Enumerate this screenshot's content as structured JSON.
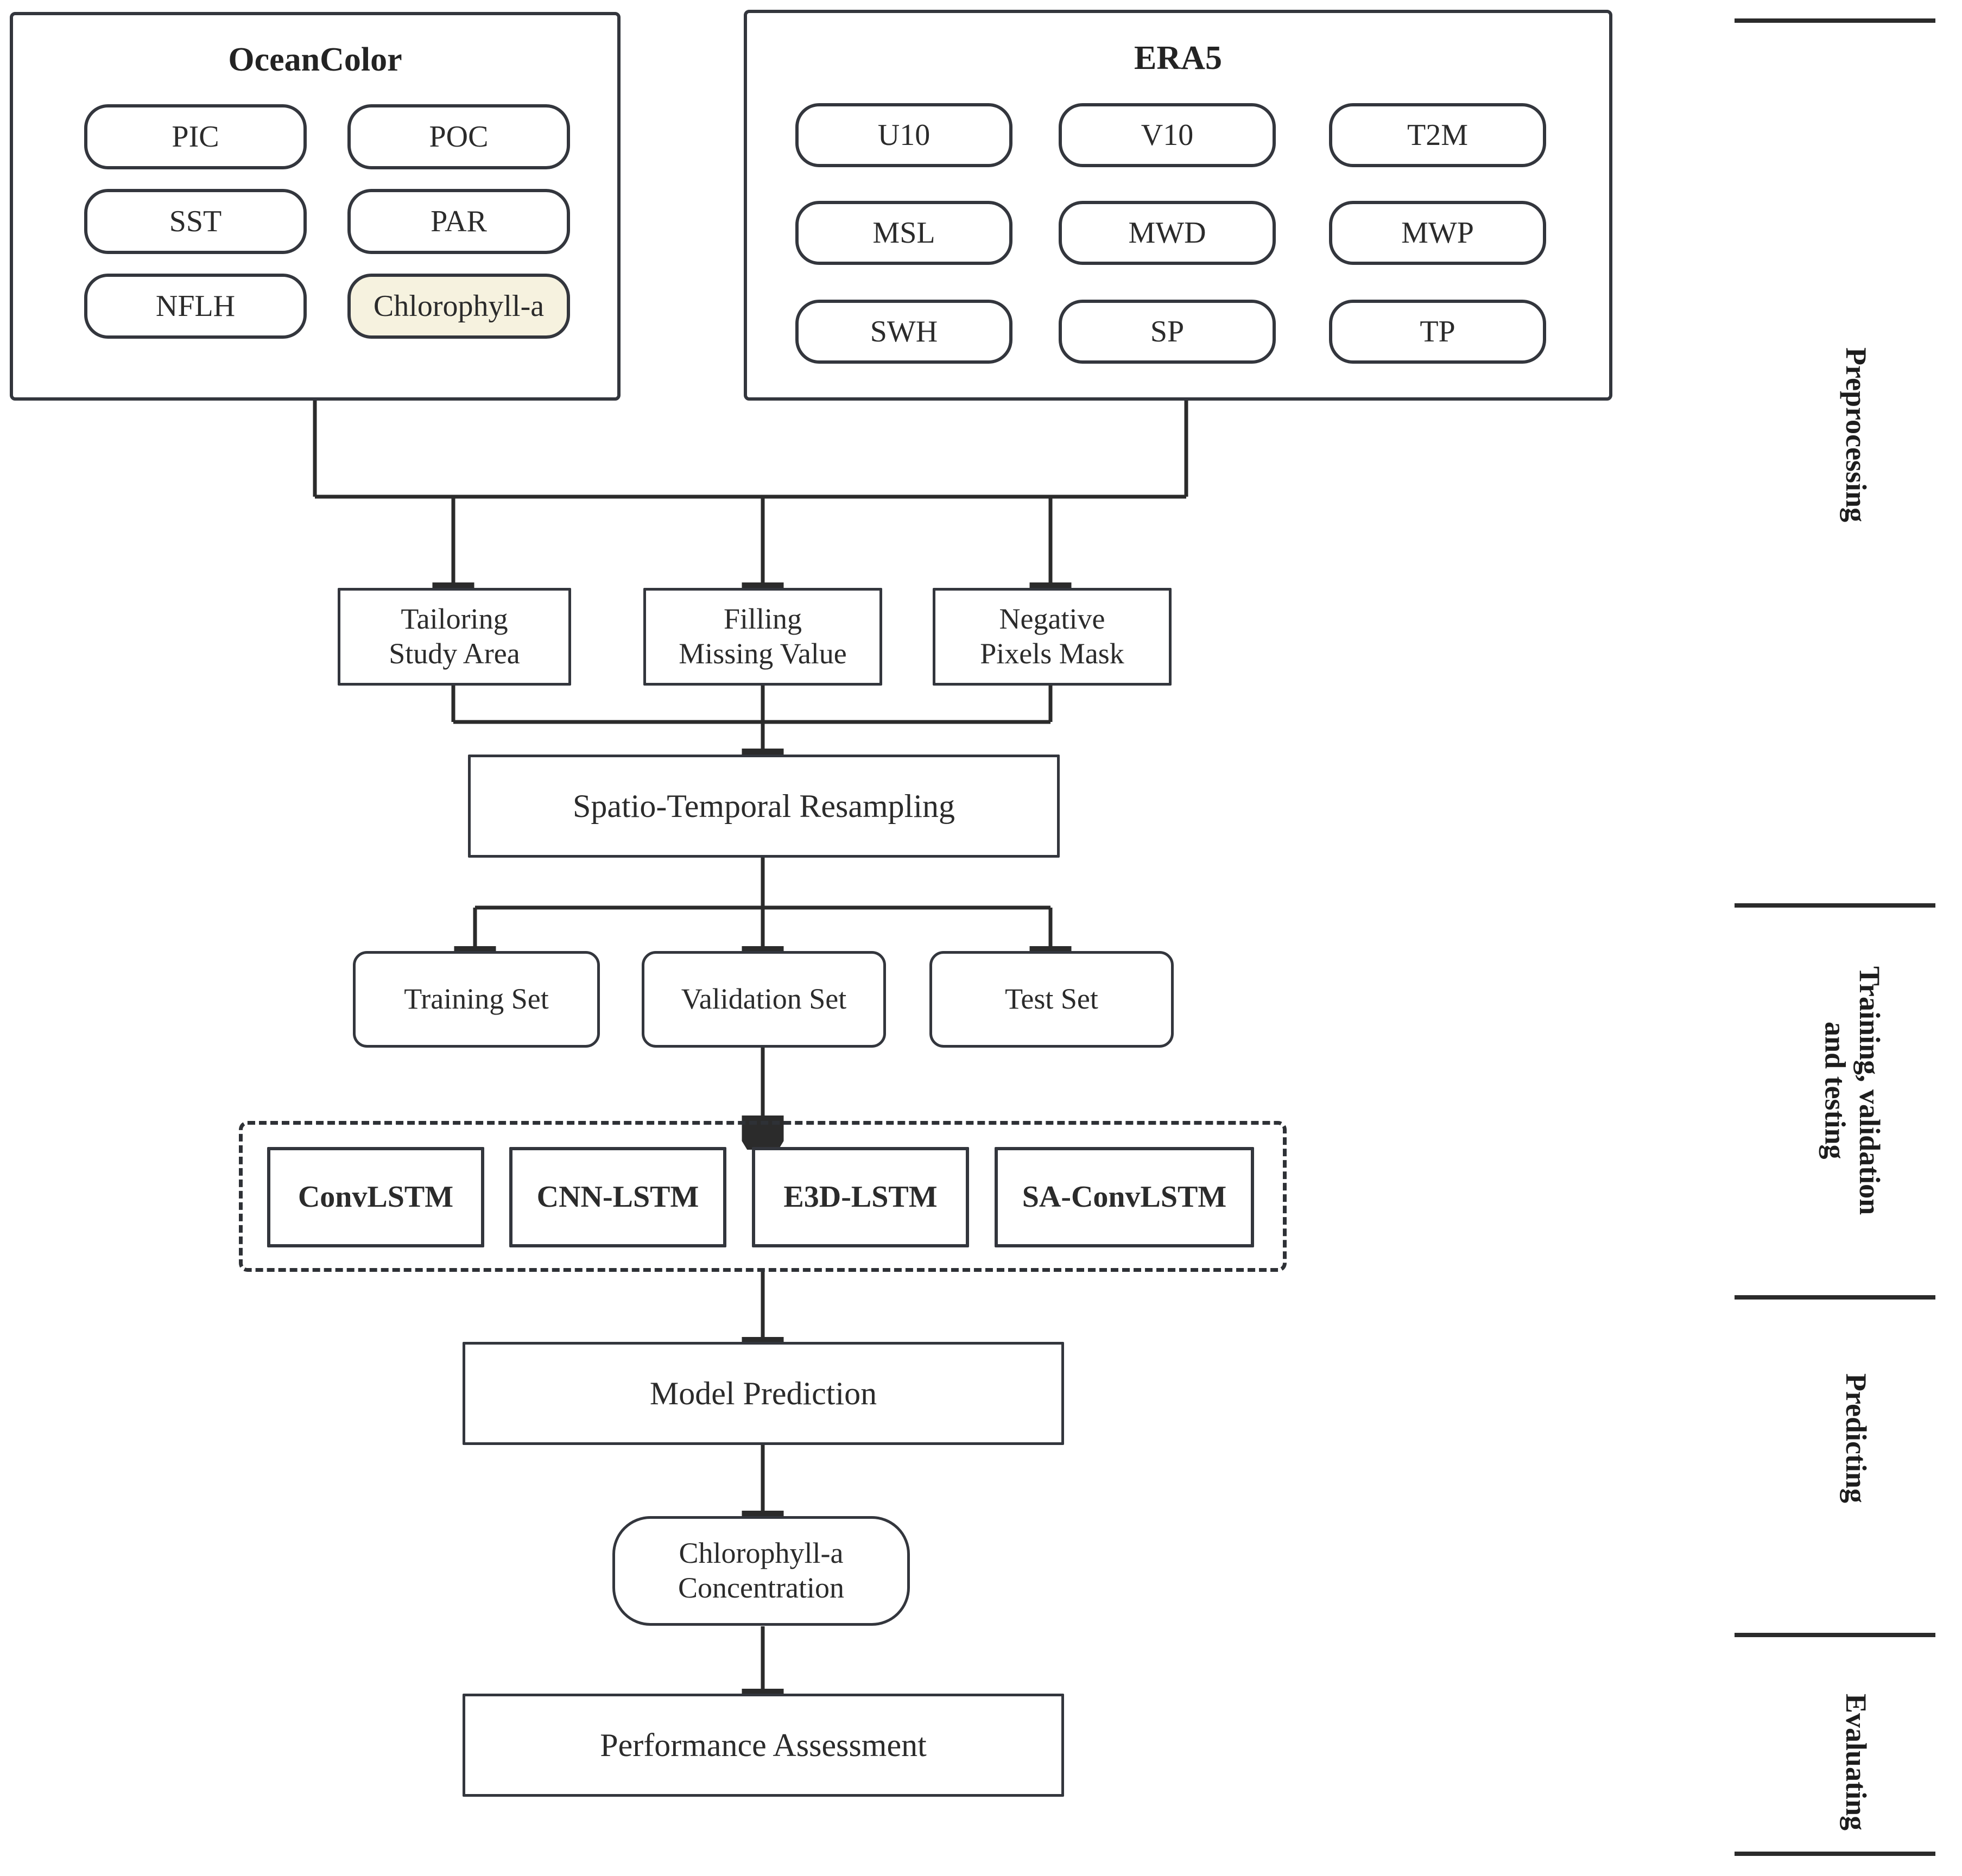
{
  "diagram": {
    "title_oceancolor": "OceanColor",
    "title_era5": "ERA5",
    "oceancolor_variables": [
      "PIC",
      "POC",
      "SST",
      "PAR",
      "NFLH",
      "Chlorophyll-a"
    ],
    "era5_variables": [
      "U10",
      "V10",
      "T2M",
      "MSL",
      "MWD",
      "MWP",
      "SWH",
      "SP",
      "TP"
    ],
    "highlight_variable": "Chlorophyll-a",
    "highlight_color": "#f6f2df",
    "preprocessing_steps": [
      "Tailoring\nStudy Area",
      "Filling\nMissing Value",
      "Negative\nPixels Mask"
    ],
    "resampling": "Spatio-Temporal Resampling",
    "dataset_splits": [
      "Training Set",
      "Validation Set",
      "Test Set"
    ],
    "models": [
      "ConvLSTM",
      "CNN-LSTM",
      "E3D-LSTM",
      "SA-ConvLSTM"
    ],
    "model_prediction": "Model Prediction",
    "output_node": "Chlorophyll-a\nConcentration",
    "assessment": "Performance Assessment",
    "phases": [
      "Preprocessing",
      "Training, validation\nand testing",
      "Predicting",
      "Evaluating"
    ],
    "line_color": "#2b2b2b",
    "border_color": "#33363d"
  }
}
